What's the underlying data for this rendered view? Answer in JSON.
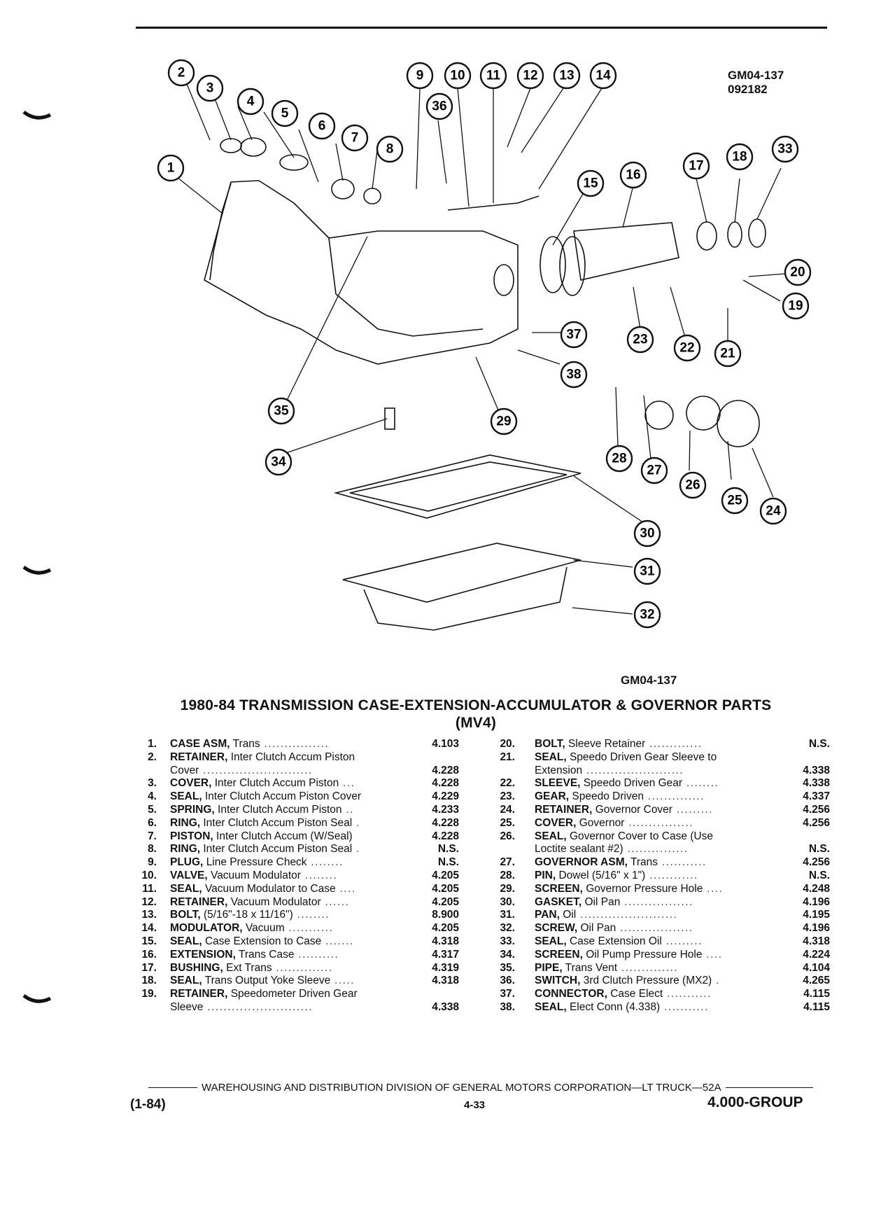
{
  "diagram": {
    "code_top": [
      "GM04-137",
      "092182"
    ],
    "code_bottom": "GM04-137",
    "callouts": [
      "1",
      "2",
      "3",
      "4",
      "5",
      "6",
      "7",
      "8",
      "9",
      "10",
      "11",
      "12",
      "13",
      "14",
      "15",
      "16",
      "17",
      "18",
      "19",
      "20",
      "21",
      "22",
      "23",
      "24",
      "25",
      "26",
      "27",
      "28",
      "29",
      "30",
      "31",
      "32",
      "33",
      "34",
      "35",
      "36",
      "37",
      "38"
    ]
  },
  "title": [
    "1980-84 TRANSMISSION CASE-EXTENSION-ACCUMULATOR & GOVERNOR PARTS",
    "(MV4)"
  ],
  "parts_left": [
    {
      "num": "1.",
      "name": "CASE ASM,",
      "desc": "Trans",
      "lead": " ................",
      "ref": "4.103"
    },
    {
      "num": "2.",
      "name": "RETAINER,",
      "desc": "Inter Clutch Accum Piston",
      "lead": "",
      "ref": ""
    },
    {
      "num": "",
      "name": "",
      "desc": "Cover",
      "lead": " ...........................",
      "ref": "4.228"
    },
    {
      "num": "3.",
      "name": "COVER,",
      "desc": "Inter Clutch Accum Piston",
      "lead": " ...",
      "ref": "4.228"
    },
    {
      "num": "4.",
      "name": "SEAL,",
      "desc": "Inter Clutch Accum Piston Cover",
      "lead": "",
      "ref": "4.229"
    },
    {
      "num": "5.",
      "name": "SPRING,",
      "desc": "Inter Clutch Accum Piston",
      "lead": " ..",
      "ref": "4.233"
    },
    {
      "num": "6.",
      "name": "RING,",
      "desc": "Inter Clutch Accum Piston Seal",
      "lead": " .",
      "ref": "4.228"
    },
    {
      "num": "7.",
      "name": "PISTON,",
      "desc": "Inter Clutch Accum (W/Seal)",
      "lead": "",
      "ref": "4.228"
    },
    {
      "num": "8.",
      "name": "RING,",
      "desc": "Inter Clutch Accum Piston Seal",
      "lead": " .",
      "ref": "N.S."
    },
    {
      "num": "9.",
      "name": "PLUG,",
      "desc": "Line Pressure Check",
      "lead": " ........",
      "ref": "N.S."
    },
    {
      "num": "10.",
      "name": "VALVE,",
      "desc": "Vacuum Modulator",
      "lead": " ........",
      "ref": "4.205"
    },
    {
      "num": "11.",
      "name": "SEAL,",
      "desc": "Vacuum Modulator to Case",
      "lead": " ....",
      "ref": "4.205"
    },
    {
      "num": "12.",
      "name": "RETAINER,",
      "desc": "Vacuum Modulator",
      "lead": " ......",
      "ref": "4.205"
    },
    {
      "num": "13.",
      "name": "BOLT,",
      "desc": "(5/16\"-18 x 11/16\")",
      "lead": " ........",
      "ref": "8.900"
    },
    {
      "num": "14.",
      "name": "MODULATOR,",
      "desc": "Vacuum",
      "lead": " ...........",
      "ref": "4.205"
    },
    {
      "num": "15.",
      "name": "SEAL,",
      "desc": "Case Extension to Case",
      "lead": " .......",
      "ref": "4.318"
    },
    {
      "num": "16.",
      "name": "EXTENSION,",
      "desc": "Trans Case",
      "lead": " ..........",
      "ref": "4.317"
    },
    {
      "num": "17.",
      "name": "BUSHING,",
      "desc": "Ext Trans",
      "lead": " ..............",
      "ref": "4.319"
    },
    {
      "num": "18.",
      "name": "SEAL,",
      "desc": "Trans Output Yoke Sleeve",
      "lead": " .....",
      "ref": "4.318"
    },
    {
      "num": "19.",
      "name": "RETAINER,",
      "desc": "Speedometer Driven Gear",
      "lead": "",
      "ref": ""
    },
    {
      "num": "",
      "name": "",
      "desc": "Sleeve",
      "lead": " ..........................",
      "ref": "4.338"
    }
  ],
  "parts_right": [
    {
      "num": "20.",
      "name": "BOLT,",
      "desc": "Sleeve Retainer",
      "lead": " .............",
      "ref": "N.S."
    },
    {
      "num": "21.",
      "name": "SEAL,",
      "desc": "Speedo Driven Gear Sleeve to",
      "lead": "",
      "ref": ""
    },
    {
      "num": "",
      "name": "",
      "desc": "Extension",
      "lead": " ........................",
      "ref": "4.338"
    },
    {
      "num": "22.",
      "name": "SLEEVE,",
      "desc": "Speedo Driven Gear",
      "lead": " ........",
      "ref": "4.338"
    },
    {
      "num": "23.",
      "name": "GEAR,",
      "desc": "Speedo Driven",
      "lead": " ..............",
      "ref": "4.337"
    },
    {
      "num": "24.",
      "name": "RETAINER,",
      "desc": "Governor Cover",
      "lead": " .........",
      "ref": "4.256"
    },
    {
      "num": "25.",
      "name": "COVER,",
      "desc": "Governor",
      "lead": " ................",
      "ref": "4.256"
    },
    {
      "num": "26.",
      "name": "SEAL,",
      "desc": "Governor Cover to Case (Use",
      "lead": "",
      "ref": ""
    },
    {
      "num": "",
      "name": "",
      "desc": "Loctite sealant #2)",
      "lead": " ...............",
      "ref": "N.S."
    },
    {
      "num": "27.",
      "name": "GOVERNOR ASM,",
      "desc": "Trans",
      "lead": " ...........",
      "ref": "4.256"
    },
    {
      "num": "28.",
      "name": "PIN,",
      "desc": "Dowel (5/16\" x 1\")",
      "lead": " ............",
      "ref": "N.S."
    },
    {
      "num": "29.",
      "name": "SCREEN,",
      "desc": "Governor Pressure Hole",
      "lead": " ....",
      "ref": "4.248"
    },
    {
      "num": "30.",
      "name": "GASKET,",
      "desc": "Oil Pan",
      "lead": " .................",
      "ref": "4.196"
    },
    {
      "num": "31.",
      "name": "PAN,",
      "desc": "Oil",
      "lead": " ........................",
      "ref": "4.195"
    },
    {
      "num": "32.",
      "name": "SCREW,",
      "desc": "Oil Pan",
      "lead": " ..................",
      "ref": "4.196"
    },
    {
      "num": "33.",
      "name": "SEAL,",
      "desc": "Case Extension Oil",
      "lead": " .........",
      "ref": "4.318"
    },
    {
      "num": "34.",
      "name": "SCREEN,",
      "desc": "Oil Pump Pressure Hole",
      "lead": " ....",
      "ref": "4.224"
    },
    {
      "num": "35.",
      "name": "PIPE,",
      "desc": "Trans Vent",
      "lead": " ..............",
      "ref": "4.104"
    },
    {
      "num": "36.",
      "name": "SWITCH,",
      "desc": "3rd Clutch Pressure (MX2)",
      "lead": " .",
      "ref": "4.265"
    },
    {
      "num": "37.",
      "name": "CONNECTOR,",
      "desc": "Case Elect",
      "lead": " ...........",
      "ref": "4.115"
    },
    {
      "num": "38.",
      "name": "SEAL,",
      "desc": "Elect Conn (4.338)",
      "lead": " ...........",
      "ref": "4.115"
    }
  ],
  "footer": {
    "division": "WAREHOUSING AND DISTRIBUTION DIVISION OF GENERAL MOTORS CORPORATION—LT TRUCK—52A",
    "date": "(1-84)",
    "page": "4-33",
    "group": "4.000-GROUP"
  }
}
